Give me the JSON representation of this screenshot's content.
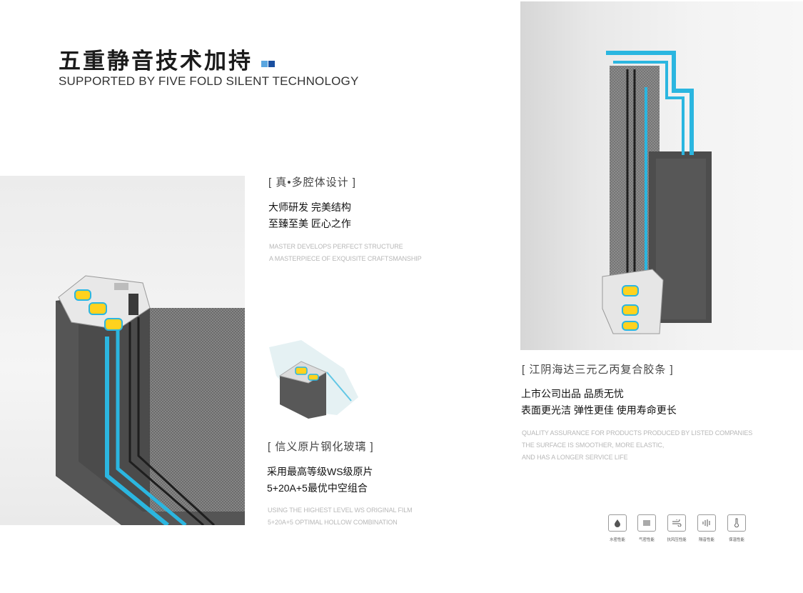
{
  "header": {
    "title_cn": "五重静音技术加持",
    "title_en": "SUPPORTED BY FIVE FOLD SILENT TECHNOLOGY",
    "accent_colors": [
      "#5aa6e0",
      "#1a4fa0"
    ]
  },
  "section_cavity": {
    "heading": "[ 真•多腔体设计 ]",
    "line1": "大师研发 完美结构",
    "line2": "至臻至美 匠心之作",
    "en1": "MASTER DEVELOPS PERFECT STRUCTURE",
    "en2": "A MASTERPIECE OF EXQUISITE CRAFTSMANSHIP"
  },
  "section_glass": {
    "heading": "[ 信义原片钢化玻璃 ]",
    "line1": "采用最高等级WS级原片",
    "line2": "5+20A+5最优中空组合",
    "en1": "USING THE HIGHEST LEVEL WS ORIGINAL FILM",
    "en2": "5+20A+5 OPTIMAL HOLLOW COMBINATION"
  },
  "section_seal": {
    "heading": "[ 江阴海达三元乙丙复合胶条 ]",
    "line1": "上市公司出品 品质无忧",
    "line2": "表面更光洁 弹性更佳 使用寿命更长",
    "en1": "QUALITY ASSURANCE FOR PRODUCTS PRODUCED BY LISTED COMPANIES",
    "en2": "THE SURFACE IS SMOOTHER, MORE ELASTIC,",
    "en3": "AND HAS A LONGER SERVICE LIFE"
  },
  "icons": [
    {
      "icon": "water-drop-icon",
      "label": "水密性能"
    },
    {
      "icon": "air-vent-icon",
      "label": "气密性能"
    },
    {
      "icon": "wind-icon",
      "label": "抗风压性能"
    },
    {
      "icon": "sound-wave-icon",
      "label": "隔音性能"
    },
    {
      "icon": "thermometer-icon",
      "label": "保温性能"
    }
  ],
  "colors": {
    "frame_gray": "#4a4a4a",
    "accent_cyan": "#2bb6e0",
    "seal_yellow": "#ffd21e"
  }
}
